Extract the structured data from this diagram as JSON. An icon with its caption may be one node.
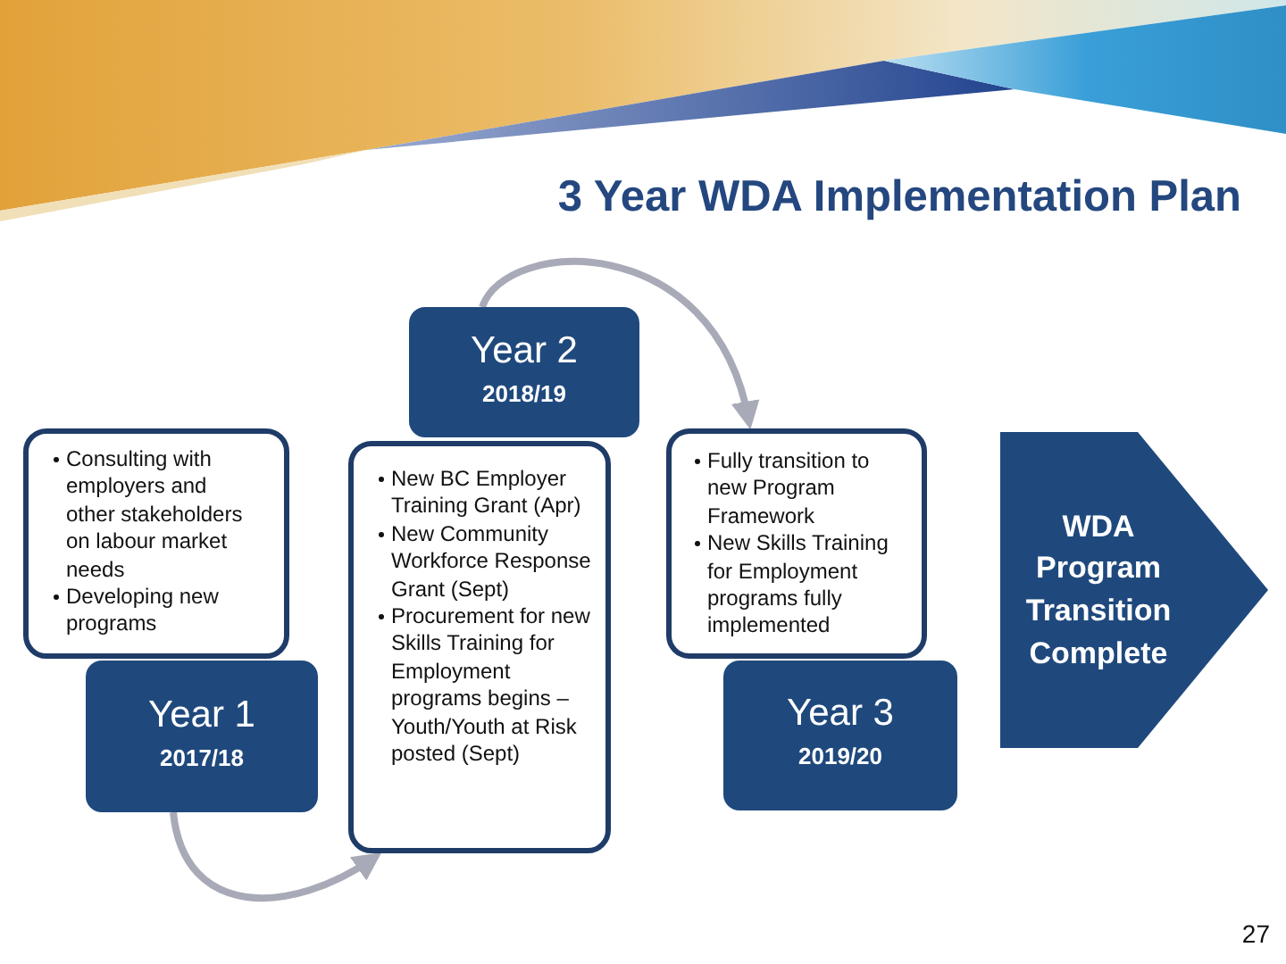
{
  "diagram": {
    "title": "3 Year WDA Implementation Plan",
    "nodes": [
      {
        "text": [
          "Consulting with employers and other stakeholders on labour market needs",
          "Developing new programs"
        ]
      },
      {
        "text": [
          "Year 1",
          "2017/18"
        ]
      },
      {
        "text": [
          "Year 2",
          "2018/19"
        ]
      },
      {
        "text": [
          "New BC Employer Training Grant (Apr)",
          "New Community Workforce Response Grant (Sept)",
          "Procurement for new Skills Training for Employment programs begins – Youth/Youth at Risk posted (Sept)"
        ]
      },
      {
        "text": [
          "Fully transition to new Program Framework",
          "New Skills Training for Employment programs fully implemented"
        ]
      },
      {
        "text": [
          "Year 3",
          "2019/20"
        ]
      },
      {
        "text": [
          "WDA Program Transition Complete"
        ]
      }
    ],
    "edges": [
      {
        "from": 1,
        "to": 3,
        "arrow": "to"
      },
      {
        "from": 2,
        "to": 4,
        "arrow": "to"
      }
    ],
    "labels": [
      "27"
    ]
  }
}
